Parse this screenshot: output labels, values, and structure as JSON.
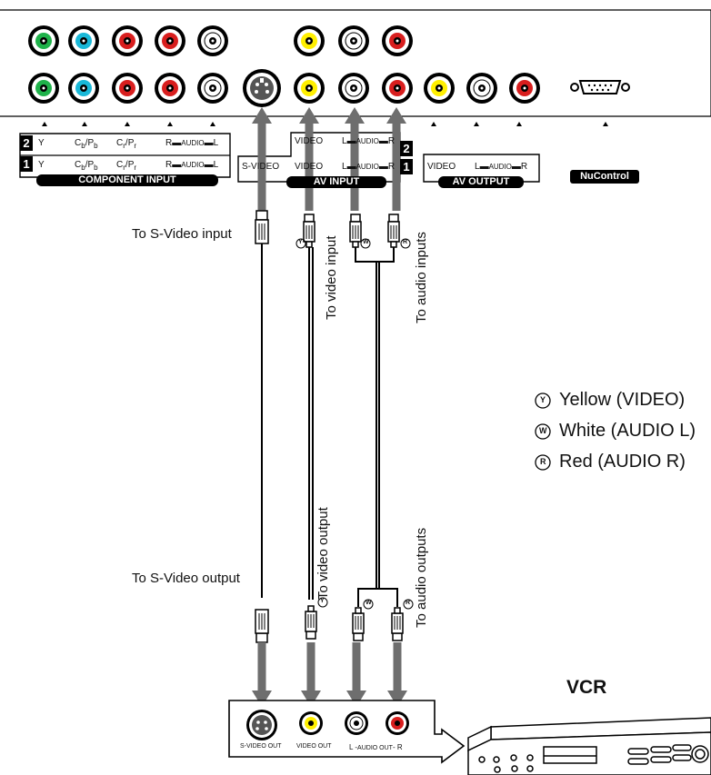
{
  "legend": {
    "yellow": "Yellow (VIDEO)",
    "white": "White (AUDIO L)",
    "red": "Red (AUDIO R)",
    "yellow_mark": "Y",
    "white_mark": "W",
    "red_mark": "R"
  },
  "tv_panel": {
    "component_input": {
      "title": "COMPONENT INPUT",
      "row_numbers": [
        "2",
        "1"
      ],
      "y": "Y",
      "cb": "C",
      "cb_sub": "b",
      "pb": "P",
      "pb_sub": "b",
      "cr": "C",
      "cr_sub": "r",
      "pr": "P",
      "pr_sub": "r",
      "audio_r": "R",
      "audio_word": "AUDIO",
      "audio_l": "L"
    },
    "av_input": {
      "title": "AV  INPUT",
      "row_numbers": [
        "2",
        "1"
      ],
      "svideo": "S-VIDEO",
      "video": "VIDEO",
      "audio_l": "L",
      "audio_word": "AUDIO",
      "audio_r": "R"
    },
    "av_output": {
      "title": "AV OUTPUT",
      "video": "VIDEO",
      "audio_l": "L",
      "audio_word": "AUDIO",
      "audio_r": "R"
    },
    "nucontrol": "NuControl"
  },
  "cable_labels": {
    "svideo_input": "To S-Video input",
    "video_input": "To video input",
    "audio_inputs": "To audio inputs",
    "svideo_output": "To S-Video output",
    "video_output": "To video output",
    "audio_outputs": "To audio outputs"
  },
  "vcr_panel": {
    "svideo_out": "S-VIDEO OUT",
    "video_out": "VIDEO OUT",
    "audio_out_l": "L -",
    "audio_out_word": "AUDIO OUT",
    "audio_out_r": "- R"
  },
  "vcr_title": "VCR",
  "colors": {
    "green": "#1fb24a",
    "cyan": "#19b8d8",
    "red": "#d81e1e",
    "yellow": "#ffef00",
    "white": "#ffffff",
    "arrow_gray": "#6e6e6e"
  }
}
